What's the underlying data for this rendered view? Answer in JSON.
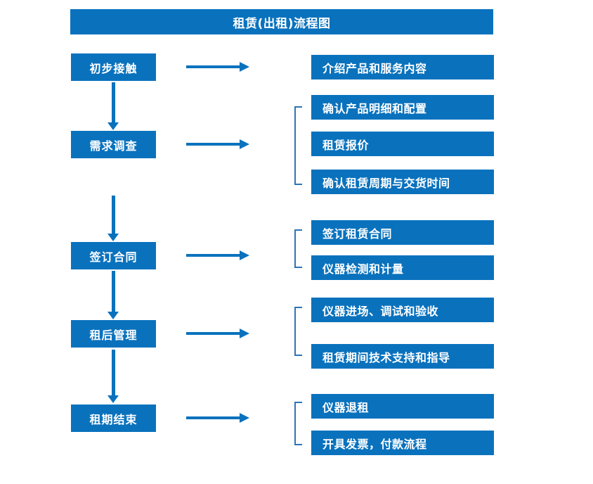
{
  "chart_data": {
    "type": "diagram",
    "title": "租赁(出租)流程图",
    "stages": [
      "初步接触",
      "需求调查",
      "签订合同",
      "租后管理",
      "租期结束"
    ],
    "details": [
      "介绍产品和服务内容",
      "确认产品明细和配置",
      "租赁报价",
      "确认租赁周期与交货时间",
      "签订租赁合同",
      "仪器检测和计量",
      "仪器进场、调试和验收",
      "租赁期间技术支持和指导",
      "仪器退租",
      "开具发票，付款流程"
    ],
    "groups": [
      {
        "stage": "需求调查",
        "details": [
          "确认产品明细和配置",
          "租赁报价",
          "确认租赁周期与交货时间"
        ]
      },
      {
        "stage": "签订合同",
        "details": [
          "签订租赁合同",
          "仪器检测和计量"
        ]
      },
      {
        "stage": "租后管理",
        "details": [
          "仪器进场、调试和验收",
          "租赁期间技术支持和指导"
        ]
      },
      {
        "stage": "租期结束",
        "details": [
          "仪器退租",
          "开具发票，付款流程"
        ]
      }
    ],
    "colors": {
      "box_fill": "#0a72bd",
      "box_text": "#ffffff",
      "bracket": "#2e74b5",
      "background": "#ffffff"
    }
  },
  "header": {
    "title": "租赁(出租)流程图"
  },
  "flow": {
    "stages": [
      {
        "label": "初步接触"
      },
      {
        "label": "需求调查"
      },
      {
        "label": "签订合同"
      },
      {
        "label": "租后管理"
      },
      {
        "label": "租期结束"
      }
    ],
    "details": [
      {
        "label": "介绍产品和服务内容"
      },
      {
        "label": "确认产品明细和配置"
      },
      {
        "label": "租赁报价"
      },
      {
        "label": "确认租赁周期与交货时间"
      },
      {
        "label": "签订租赁合同"
      },
      {
        "label": "仪器检测和计量"
      },
      {
        "label": "仪器进场、调试和验收"
      },
      {
        "label": "租赁期间技术支持和指导"
      },
      {
        "label": "仪器退租"
      },
      {
        "label": "开具发票，付款流程"
      }
    ]
  }
}
